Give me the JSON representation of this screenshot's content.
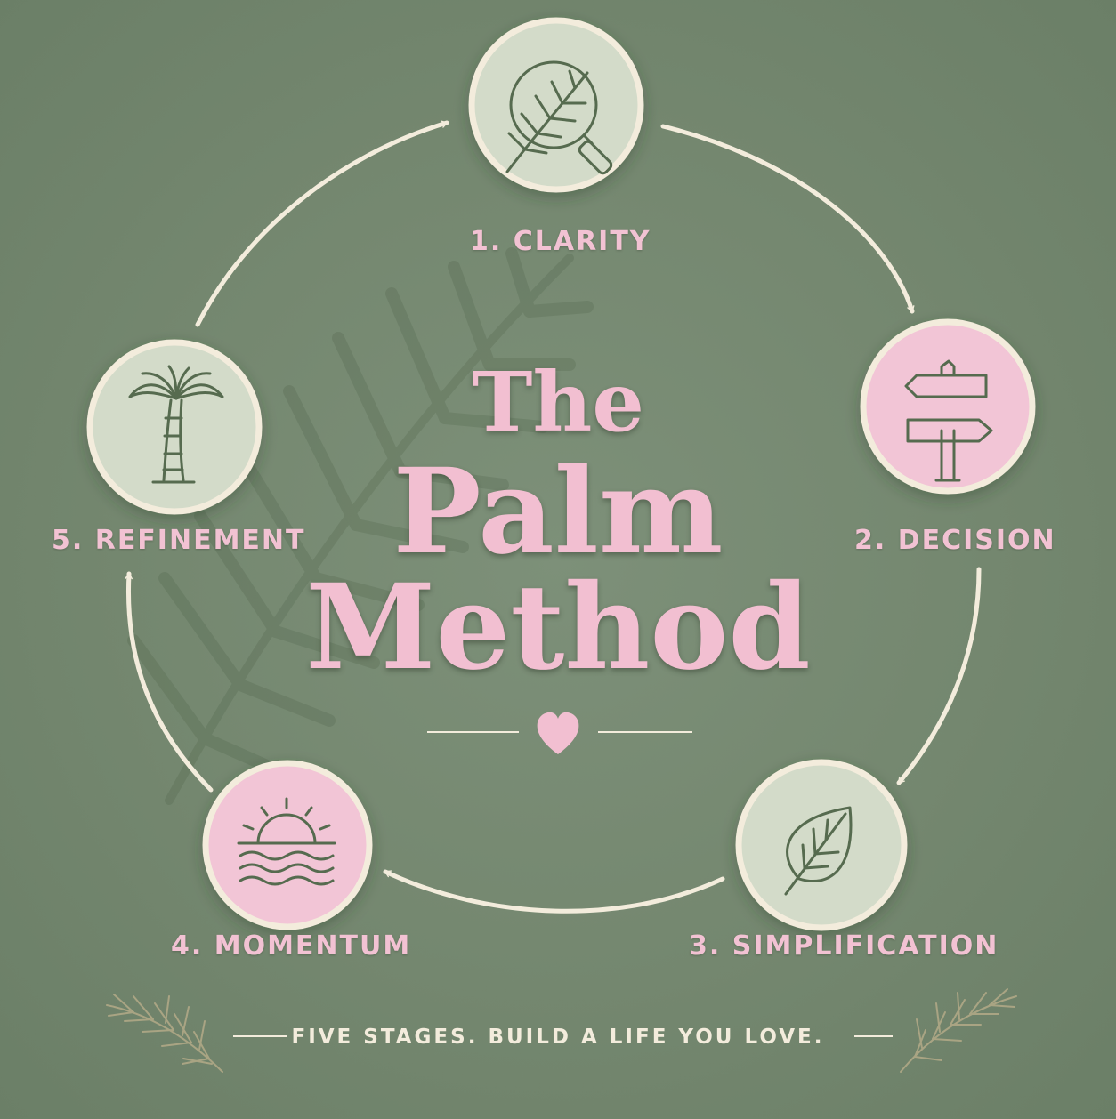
{
  "title": {
    "line1": "The",
    "line2": "Palm",
    "line3": "Method"
  },
  "stages": [
    {
      "label": "1. CLARITY",
      "icon": "palm-leaf-magnifier-icon"
    },
    {
      "label": "2. DECISION",
      "icon": "signpost-icon"
    },
    {
      "label": "3. SIMPLIFICATION",
      "icon": "leaf-icon"
    },
    {
      "label": "4. MOMENTUM",
      "icon": "sunrise-waves-icon"
    },
    {
      "label": "5. REFINEMENT",
      "icon": "palm-tree-icon"
    }
  ],
  "tagline": "FIVE STAGES. BUILD A LIFE YOU LOVE.",
  "colors": {
    "background": "#74876f",
    "pink": "#f2c2d3",
    "sage_circle": "#d3dbc9",
    "cream": "#f3ecdc",
    "icon_stroke": "#566b4f"
  }
}
